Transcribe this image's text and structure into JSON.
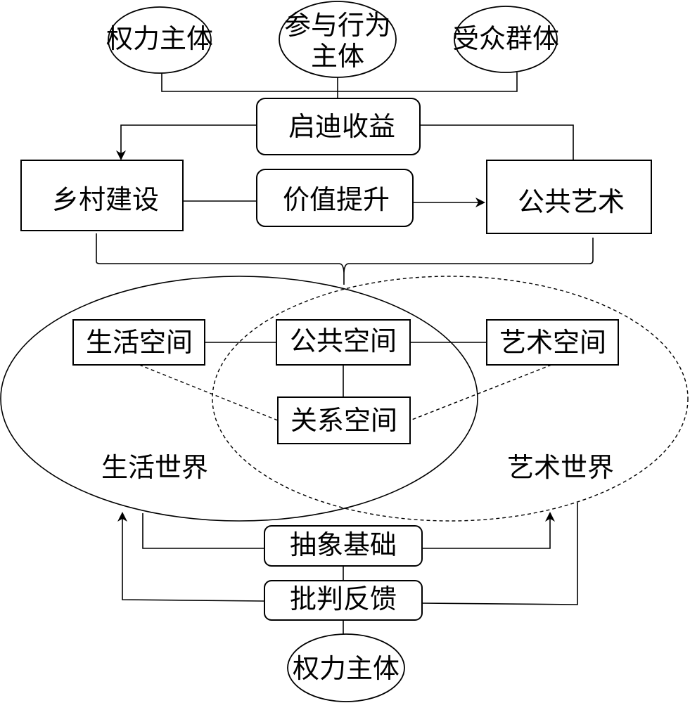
{
  "top_actors": {
    "power_subject": "权力主体",
    "participant_subject_line1": "参与行为",
    "participant_subject_line2": "主体",
    "audience_group": "受众群体"
  },
  "flow": {
    "inspiration_benefit": "启迪收益",
    "rural_construction": "乡村建设",
    "value_enhancement": "价值提升",
    "public_art": "公共艺术"
  },
  "spaces": {
    "living_space": "生活空间",
    "public_space": "公共空间",
    "art_space": "艺术空间",
    "relational_space": "关系空间"
  },
  "worlds": {
    "life_world": "生活世界",
    "art_world": "艺术世界"
  },
  "feedback": {
    "abstract_basis": "抽象基础",
    "critical_feedback": "批判反馈",
    "power_subject_bottom": "权力主体"
  }
}
